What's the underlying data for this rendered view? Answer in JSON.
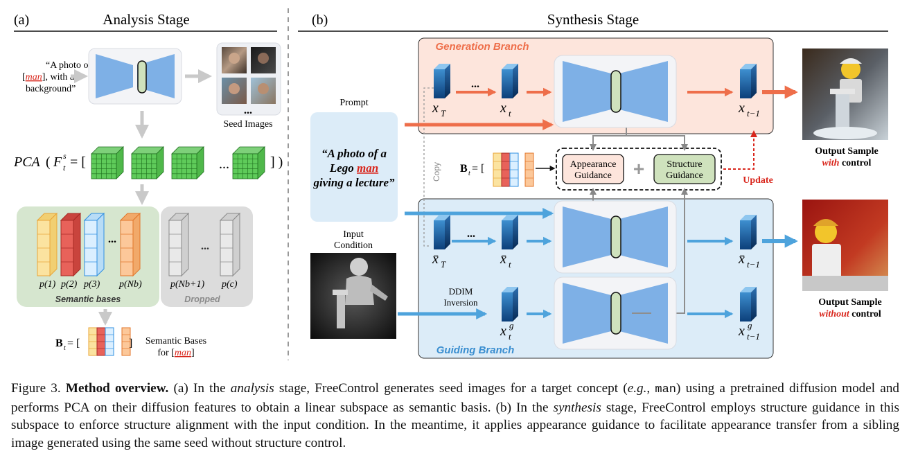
{
  "panel_a": {
    "tag": "(a)",
    "title": "Analysis Stage",
    "prompt_line1": "“A photo of",
    "prompt_concept": "man",
    "prompt_line2_rest": "], with a",
    "prompt_line3": "background”",
    "seed_images_label": "Seed Images",
    "seed_dots": "...",
    "pca_label": "PCA",
    "pca_feature": "F",
    "pca_sup": "s",
    "pca_sub": "t",
    "pca_dots": "...",
    "basis_labels": [
      "p(1)",
      "p(2)",
      "p(3)",
      "p(Nb)"
    ],
    "dropped_labels": [
      "p(Nb+1)",
      "p(c)"
    ],
    "bases_dots": "...",
    "semantic_bases_label": "Semantic bases",
    "dropped_label": "Dropped",
    "bt_label": "B",
    "bt_eq": " = [",
    "bt_close": "]",
    "sem_bases_for_line1": "Semantic Bases",
    "sem_bases_for_line2_prefix": "for [",
    "sem_bases_for_concept": "man",
    "sem_bases_for_line2_suffix": "]"
  },
  "panel_b": {
    "tag": "(b)",
    "title": "Synthesis Stage",
    "generation_branch": "Generation Branch",
    "guiding_branch": "Guiding Branch",
    "prompt_label": "Prompt",
    "prompt_text_1": "“A photo of a",
    "prompt_text_2_pre": "Lego ",
    "prompt_text_2_concept": "man",
    "prompt_text_3": "giving a lecture”",
    "input_condition_1": "Input",
    "input_condition_2": "Condition",
    "ddim_1": "DDIM",
    "ddim_2": "Inversion",
    "copy_label": "Copy",
    "dots": "...",
    "appearance_guidance_1": "Appearance",
    "appearance_guidance_2": "Guidance",
    "structure_guidance_1": "Structure",
    "structure_guidance_2": "Guidance",
    "plus": "+",
    "update_label": "Update",
    "bt_label": "B",
    "bt_eq": " = [",
    "output_with_1": "Output Sample",
    "output_with_2_emph": "with",
    "output_with_2_rest": " control",
    "output_without_1": "Output Sample",
    "output_without_2_emph": "without",
    "output_without_2_rest": " control",
    "latents": {
      "gen_xT": "x",
      "gen_xT_sub": "T",
      "gen_xt": "x",
      "gen_xt_sub": "t",
      "gen_xt1": "x",
      "gen_xt1_sub": "t−1",
      "guide_xT": "x̄",
      "guide_xT_sub": "T",
      "guide_xt": "x̄",
      "guide_xt_sub": "t",
      "guide_xt1": "x̄",
      "guide_xt1_sub": "t−1",
      "inv_xt": "x",
      "inv_xt_sub": "t",
      "inv_xt_sup": "g",
      "inv_xt1": "x",
      "inv_xt1_sub": "t−1",
      "inv_xt1_sup": "g"
    }
  },
  "caption": {
    "label": "Figure 3.",
    "bold": "Method overview.",
    "p1": " (a) In the ",
    "analysis": "analysis",
    "p2": " stage, FreeControl generates seed images for a target concept (",
    "eg": "e.g.",
    "p3": ", ",
    "mono": "man",
    "p4": ") using a pretrained diffusion model and performs PCA on their diffusion features to obtain a linear subspace as semantic basis. (b) In the ",
    "synthesis": "synthesis",
    "p5": " stage, FreeControl employs structure guidance in this subspace to enforce structure alignment with the input condition. In the meantime, it applies appearance guidance to facilitate appearance transfer from a sibling image generated using the same seed without structure control."
  },
  "colors": {
    "orange": "#ee6e4a",
    "blue": "#4ea3dc",
    "red_text": "#d9261c",
    "gen_bg": "#fde5dc",
    "guide_bg": "#dcecf8",
    "semantic_bg": "#d6e6cf",
    "dropped_bg": "#dcdcdc",
    "unet": "#7eb0e6",
    "green_bar": "#cfe2bd"
  }
}
